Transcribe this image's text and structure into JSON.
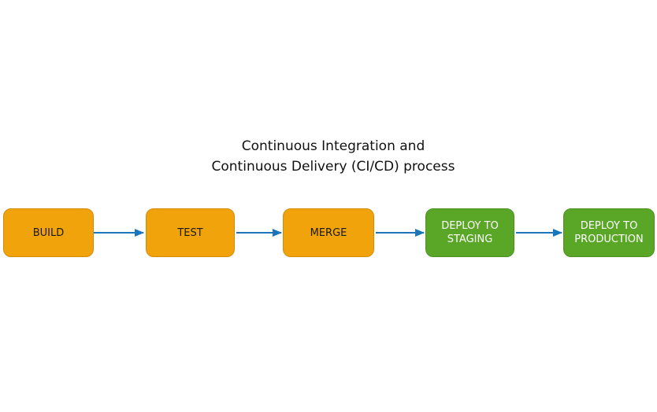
{
  "title": {
    "line1": "Continuous Integration and",
    "line2": "Continuous Delivery (CI/CD) process"
  },
  "steps": [
    {
      "label": "BUILD",
      "color_group": "orange"
    },
    {
      "label": "TEST",
      "color_group": "orange"
    },
    {
      "label": "MERGE",
      "color_group": "orange"
    },
    {
      "label": "DEPLOY TO STAGING",
      "color_group": "green"
    },
    {
      "label": "DEPLOY TO PRODUCTION",
      "color_group": "green"
    }
  ],
  "colors": {
    "orange_fill": "#F0A30A",
    "orange_border": "#D18C0A",
    "green_fill": "#5AA728",
    "green_border": "#4E9122",
    "arrow": "#1B75BB",
    "title_text": "#111111",
    "orange_text": "#1a1a1a",
    "green_text": "#ffffff",
    "background": "#ffffff"
  }
}
